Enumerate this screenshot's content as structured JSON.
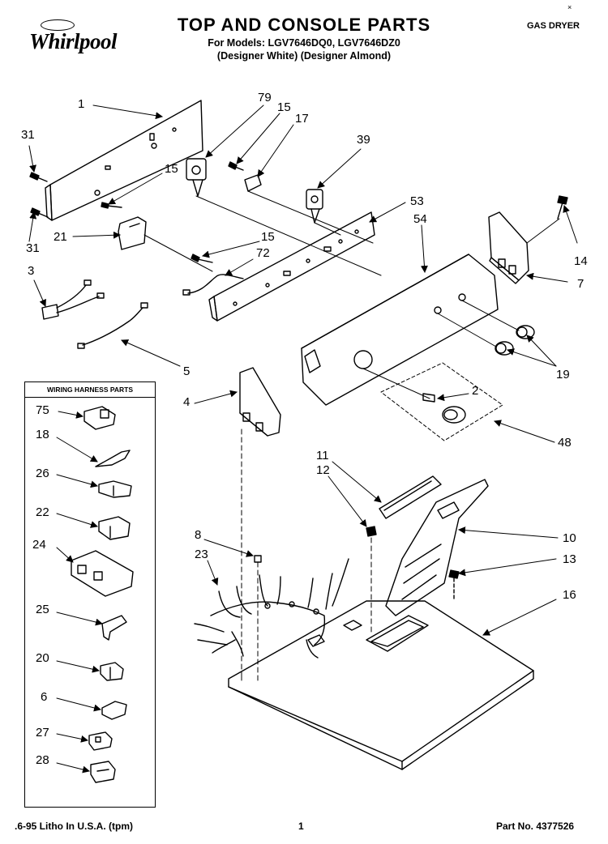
{
  "header": {
    "brand": "Whirlpool",
    "title": "TOP AND CONSOLE PARTS",
    "models_line": "For Models: LGV7646DQ0, LGV7646DZ0",
    "variants_line": "(Designer White) (Designer Almond)",
    "product_type": "GAS DRYER"
  },
  "harness_box": {
    "title": "WIRING HARNESS PARTS"
  },
  "callouts": [
    {
      "id": "c1",
      "text": "1"
    },
    {
      "id": "c79",
      "text": "79"
    },
    {
      "id": "c15a",
      "text": "15"
    },
    {
      "id": "c17",
      "text": "17"
    },
    {
      "id": "c39",
      "text": "39"
    },
    {
      "id": "c31a",
      "text": "31"
    },
    {
      "id": "c15b",
      "text": "15"
    },
    {
      "id": "c21",
      "text": "21"
    },
    {
      "id": "c31b",
      "text": "31"
    },
    {
      "id": "c53",
      "text": "53"
    },
    {
      "id": "c54",
      "text": "54"
    },
    {
      "id": "c15c",
      "text": "15"
    },
    {
      "id": "c72",
      "text": "72"
    },
    {
      "id": "c14",
      "text": "14"
    },
    {
      "id": "c3",
      "text": "3"
    },
    {
      "id": "c7",
      "text": "7"
    },
    {
      "id": "c19",
      "text": "19"
    },
    {
      "id": "c5",
      "text": "5"
    },
    {
      "id": "c2",
      "text": "2"
    },
    {
      "id": "c4",
      "text": "4"
    },
    {
      "id": "c48",
      "text": "48"
    },
    {
      "id": "c11",
      "text": "11"
    },
    {
      "id": "c12",
      "text": "12"
    },
    {
      "id": "c10",
      "text": "10"
    },
    {
      "id": "c8",
      "text": "8"
    },
    {
      "id": "c13",
      "text": "13"
    },
    {
      "id": "c23",
      "text": "23"
    },
    {
      "id": "c16",
      "text": "16"
    },
    {
      "id": "c75",
      "text": "75"
    },
    {
      "id": "c18",
      "text": "18"
    },
    {
      "id": "c26",
      "text": "26"
    },
    {
      "id": "c22",
      "text": "22"
    },
    {
      "id": "c24",
      "text": "24"
    },
    {
      "id": "c25",
      "text": "25"
    },
    {
      "id": "c20",
      "text": "20"
    },
    {
      "id": "c6",
      "text": "6"
    },
    {
      "id": "c27",
      "text": "27"
    },
    {
      "id": "c28",
      "text": "28"
    }
  ],
  "footer": {
    "litho": ".6-95 Litho In U.S.A. (tpm)",
    "page": "1",
    "part_number": "Part No. 4377526"
  }
}
